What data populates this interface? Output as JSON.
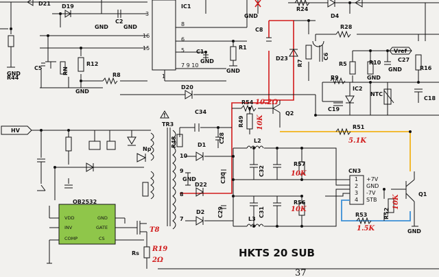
{
  "diagram": {
    "footer_title": "HKTS 20 SUB",
    "page_number": "37",
    "ic1_label": "IC1",
    "ic2_label": "IC2",
    "chip_name": "OB2532",
    "chip_pins_left": [
      "VDD",
      "INV",
      "COMP"
    ],
    "chip_pins_right": [
      "GND",
      "GATE",
      "CS"
    ],
    "cn3_label": "CN3",
    "cn3_pins": [
      "1",
      "2",
      "3",
      "4"
    ],
    "cn3_signals": [
      "+7V",
      "GND",
      "-7V",
      "STB"
    ],
    "hv_label": "HV",
    "vref_label": "Vref",
    "np_label": "Np",
    "tr3_label": "TR3",
    "rs_label": "Rs",
    "ntc_label": "NTC",
    "gnd": "GND",
    "components": {
      "D21": "D21",
      "D19": "D19",
      "C2": "C2",
      "R44": "R44",
      "C5": "C5",
      "RN": "RN",
      "R12": "R12",
      "R8": "R8",
      "C1": "C1",
      "R1": "R1",
      "C8": "C8",
      "D23": "D23",
      "R7": "R7",
      "C6": "C6",
      "R24": "R24",
      "D4": "D4",
      "R28": "R28",
      "R5": "R5",
      "R10": "R10",
      "C27": "C27",
      "R16": "R16",
      "R9": "R9",
      "C19": "C19",
      "C18": "C18",
      "D20": "D20",
      "C34": "C34",
      "R54": "R54",
      "Q2": "Q2",
      "R49": "R49",
      "R51": "R51",
      "R48": "R48",
      "D1": "D1",
      "C28": "C28",
      "L2": "L2",
      "C30": "C30",
      "C32": "C32",
      "R57": "R57",
      "D22": "D22",
      "D2": "D2",
      "C29": "C29",
      "C31": "C31",
      "R56": "R56",
      "L3": "L3",
      "R53": "R53",
      "R52": "R52",
      "Q1": "Q1",
      "T8": "T8",
      "R19": "R19"
    },
    "ic1_pins": [
      "3",
      "16",
      "15",
      "8",
      "6",
      "5",
      "7 9 10",
      "1"
    ],
    "winding_pins": [
      "10",
      "9",
      "8",
      "7"
    ],
    "handwritten": {
      "r54": "10.2Ω",
      "r49": "10K",
      "r51": "5.1K",
      "r57": "10K",
      "r56": "10K",
      "r53": "1.5K",
      "r52": "10K",
      "t8": "T8",
      "r19": "R19",
      "r19v": "2Ω"
    }
  }
}
